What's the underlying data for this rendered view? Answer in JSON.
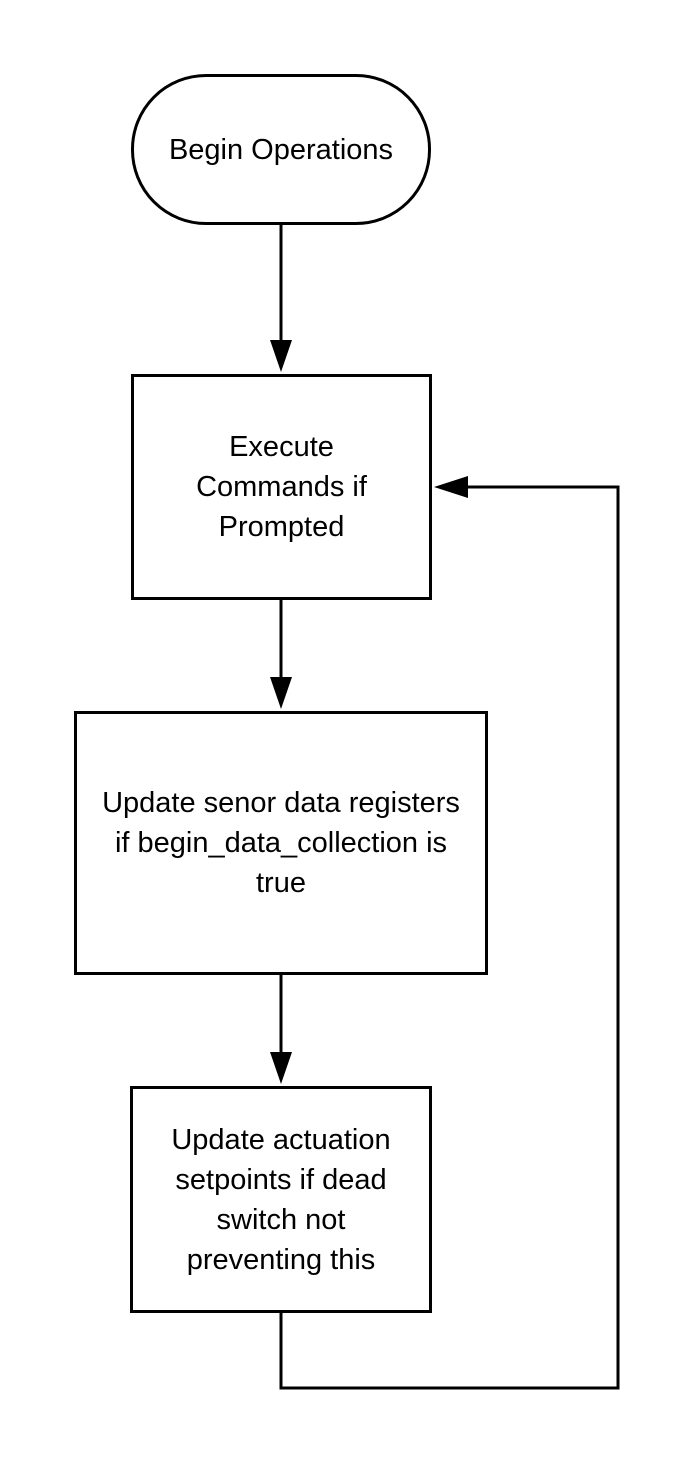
{
  "diagram": {
    "nodes": [
      {
        "id": "begin",
        "shape": "rounded",
        "text": "Begin Operations"
      },
      {
        "id": "execute",
        "shape": "rect",
        "text": "Execute Commands if Prompted"
      },
      {
        "id": "update_sensor",
        "shape": "rect",
        "text": "Update senor data registers if begin_data_collection is true"
      },
      {
        "id": "update_actuation",
        "shape": "rect",
        "text": "Update actuation setpoints if dead switch not preventing this"
      }
    ],
    "edges": [
      {
        "from": "begin",
        "to": "execute"
      },
      {
        "from": "execute",
        "to": "update_sensor"
      },
      {
        "from": "update_sensor",
        "to": "update_actuation"
      },
      {
        "from": "update_actuation",
        "to": "execute",
        "kind": "loop-back"
      }
    ],
    "colors": {
      "stroke": "#000000",
      "fill": "#ffffff",
      "background": "#ffffff"
    }
  }
}
